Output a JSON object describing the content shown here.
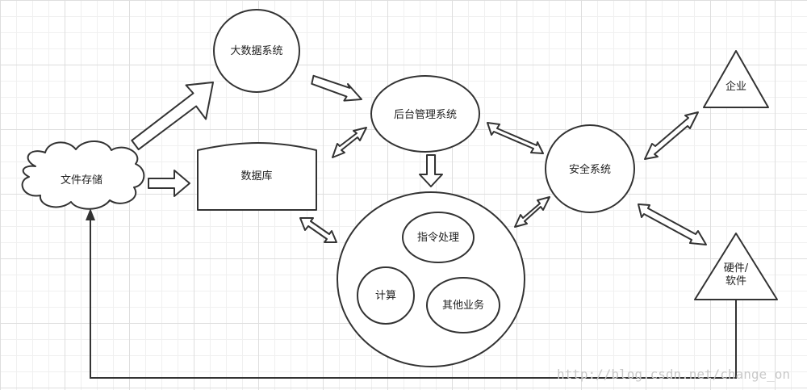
{
  "nodes": {
    "big_data": "大数据系统",
    "backend": "后台管理系统",
    "file_storage": "文件存储",
    "database": "数据库",
    "security": "安全系统",
    "enterprise": "企业",
    "hardware_line1": "硬件/",
    "hardware_line2": "软件",
    "command": "指令处理",
    "compute": "计算",
    "other_business": "其他业务"
  },
  "watermark": "http://blog.csdn.net/change_on",
  "colors": {
    "stroke": "#333333",
    "fill": "#ffffff",
    "grid": "#dedede"
  }
}
